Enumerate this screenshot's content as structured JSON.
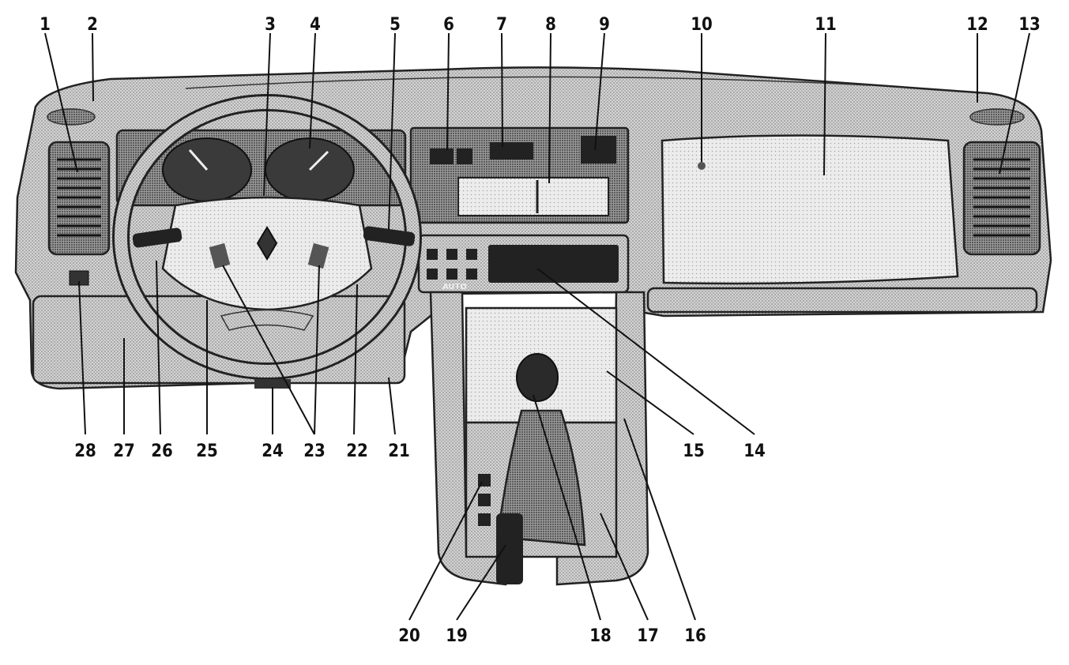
{
  "diagram": {
    "labels": [
      "1",
      "2",
      "3",
      "4",
      "5",
      "6",
      "7",
      "8",
      "9",
      "10",
      "11",
      "12",
      "13",
      "14",
      "15",
      "16",
      "17",
      "18",
      "19",
      "20",
      "21",
      "22",
      "23",
      "24",
      "25",
      "26",
      "27",
      "28"
    ],
    "auto_button_text": "AUTO"
  }
}
